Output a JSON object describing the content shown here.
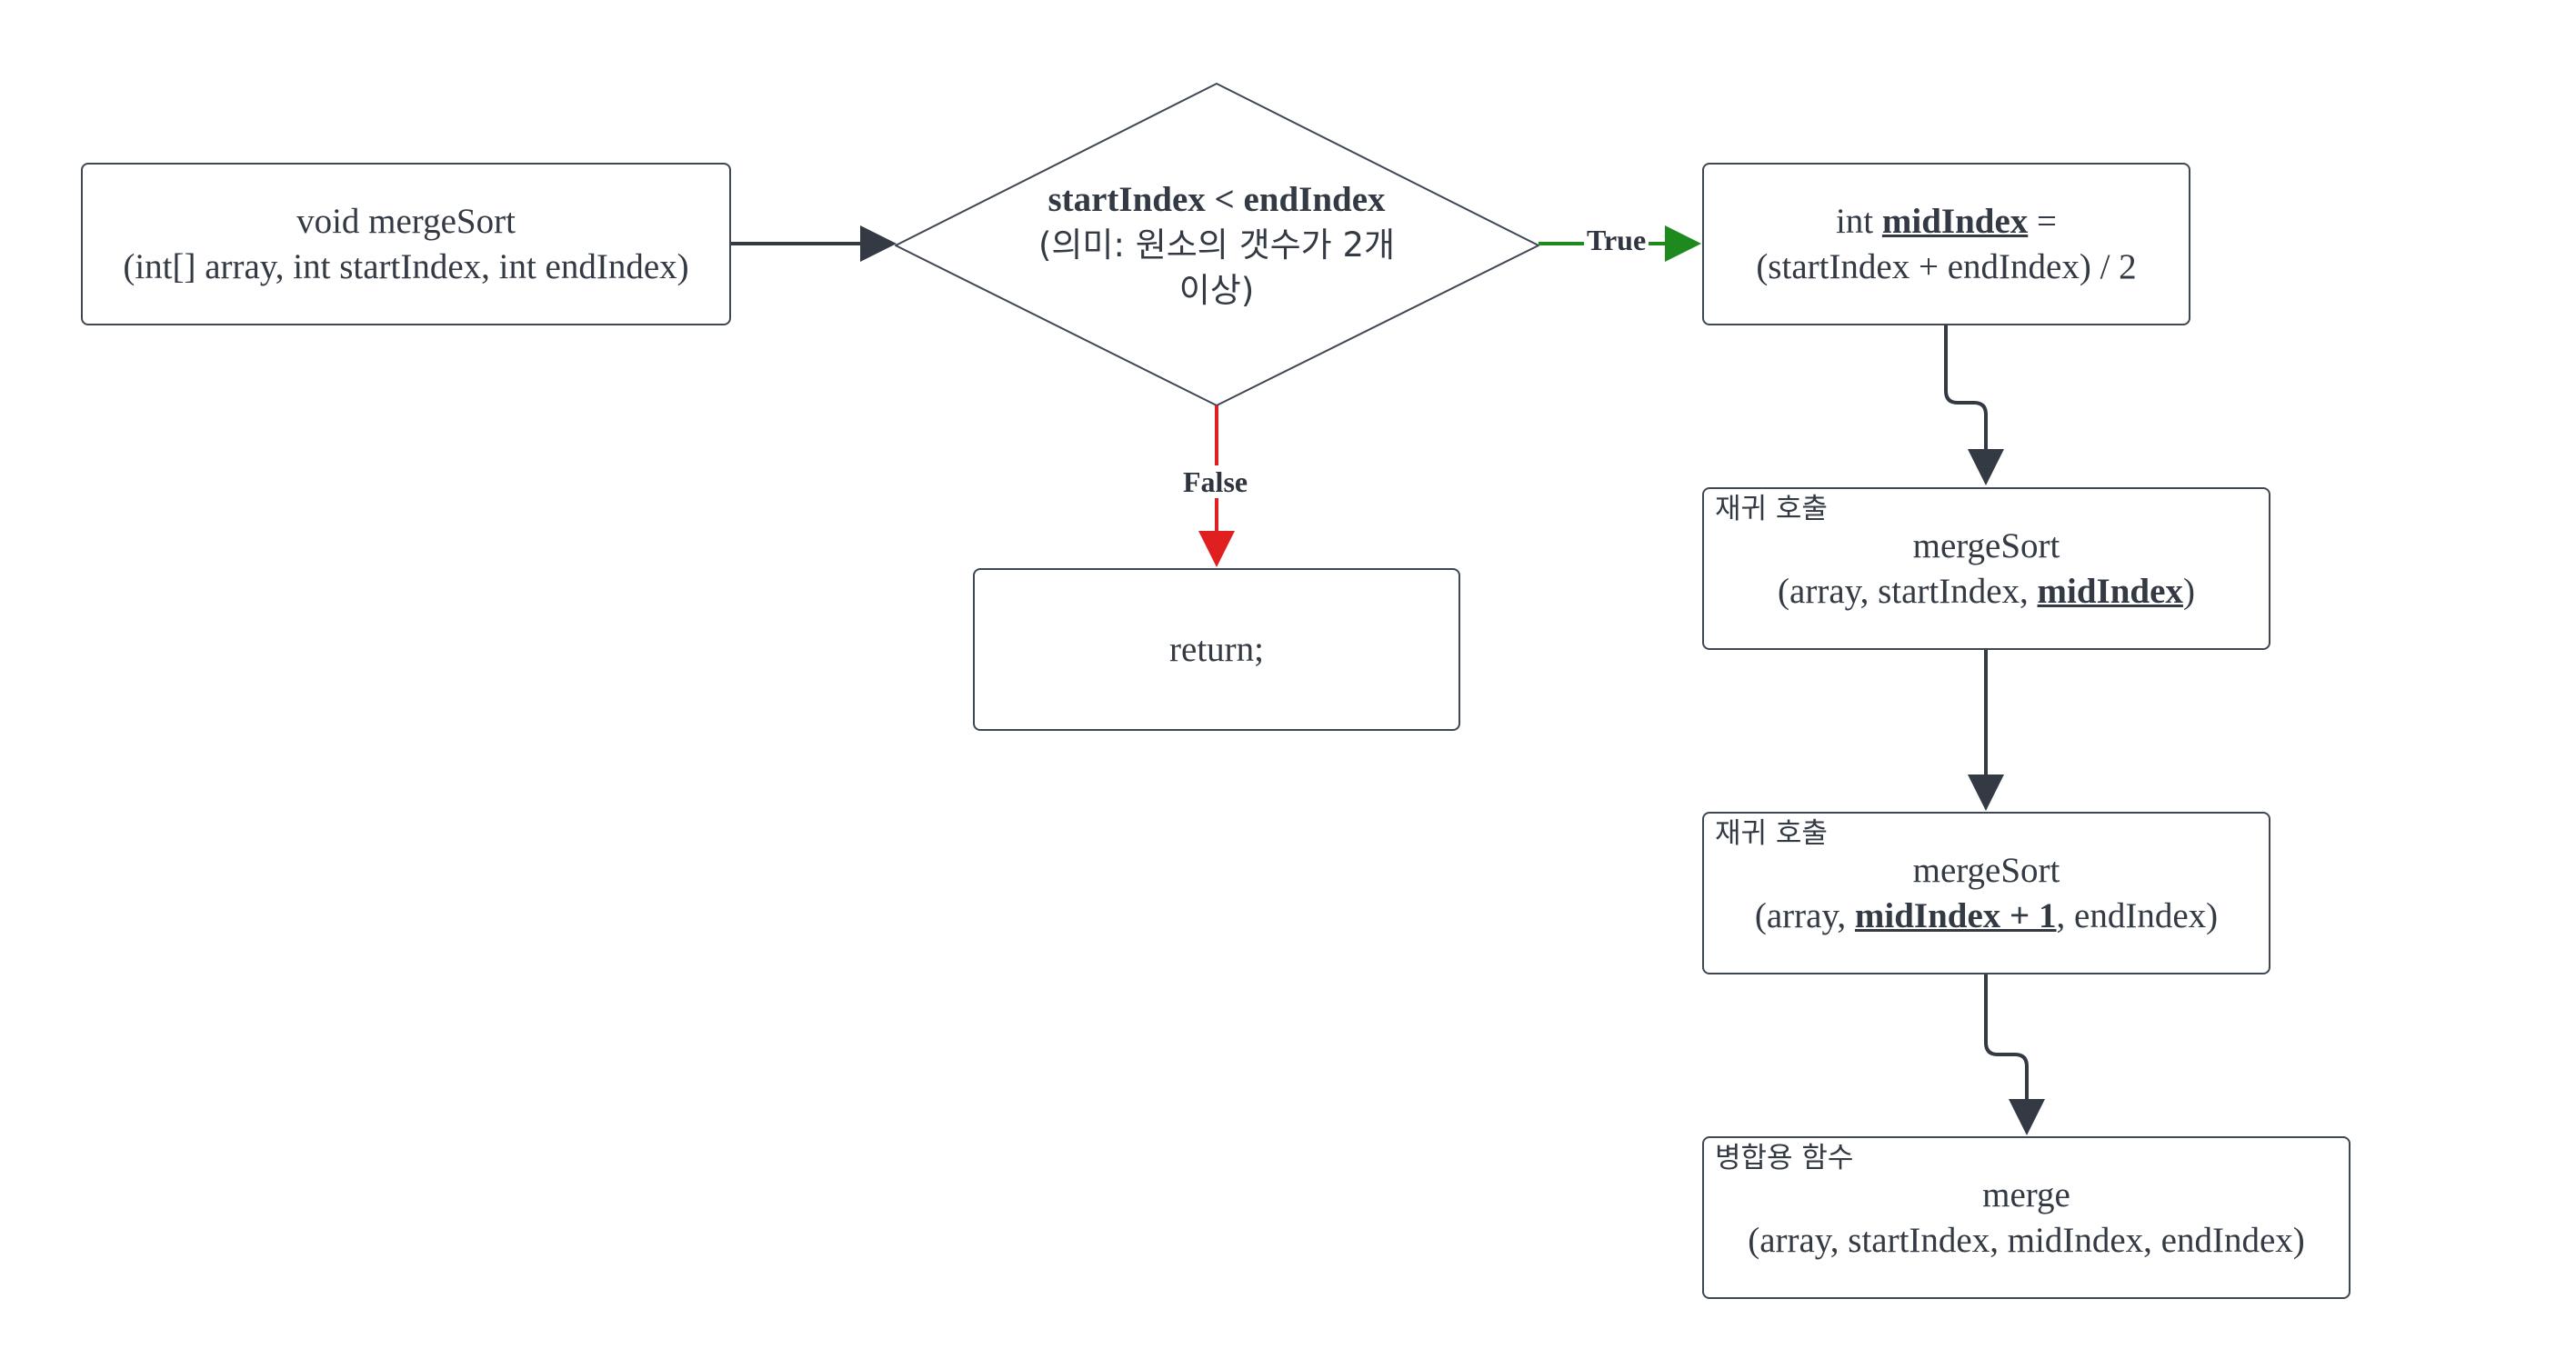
{
  "nodes": {
    "start": {
      "line1": "void mergeSort",
      "line2": "(int[] array, int startIndex, int endIndex)"
    },
    "decision": {
      "line1": "startIndex < endIndex",
      "line2": "(의미: 원소의 갯수가 2개",
      "line3": "이상)"
    },
    "mid": {
      "pre": "int ",
      "em": "midIndex",
      "post": " =",
      "line2": "(startIndex + endIndex) / 2"
    },
    "return_node": {
      "line1": "return;"
    },
    "sort_left": {
      "tag": "재귀 호출",
      "line1": "mergeSort",
      "pre": "(array, startIndex, ",
      "em": "midIndex",
      "post": ")"
    },
    "sort_right": {
      "tag": "재귀 호출",
      "line1": "mergeSort",
      "pre": "(array, ",
      "em": "midIndex + 1",
      "post": ", endIndex)"
    },
    "merge": {
      "tag": "병합용 함수",
      "line1": "merge",
      "line2": "(array, startIndex, midIndex, endIndex)"
    }
  },
  "edges": {
    "true_label": "True",
    "false_label": "False"
  },
  "colors": {
    "stroke": "#3f4752",
    "text": "#333a44",
    "true_edge": "#1e8a1e",
    "false_edge": "#e02020"
  }
}
